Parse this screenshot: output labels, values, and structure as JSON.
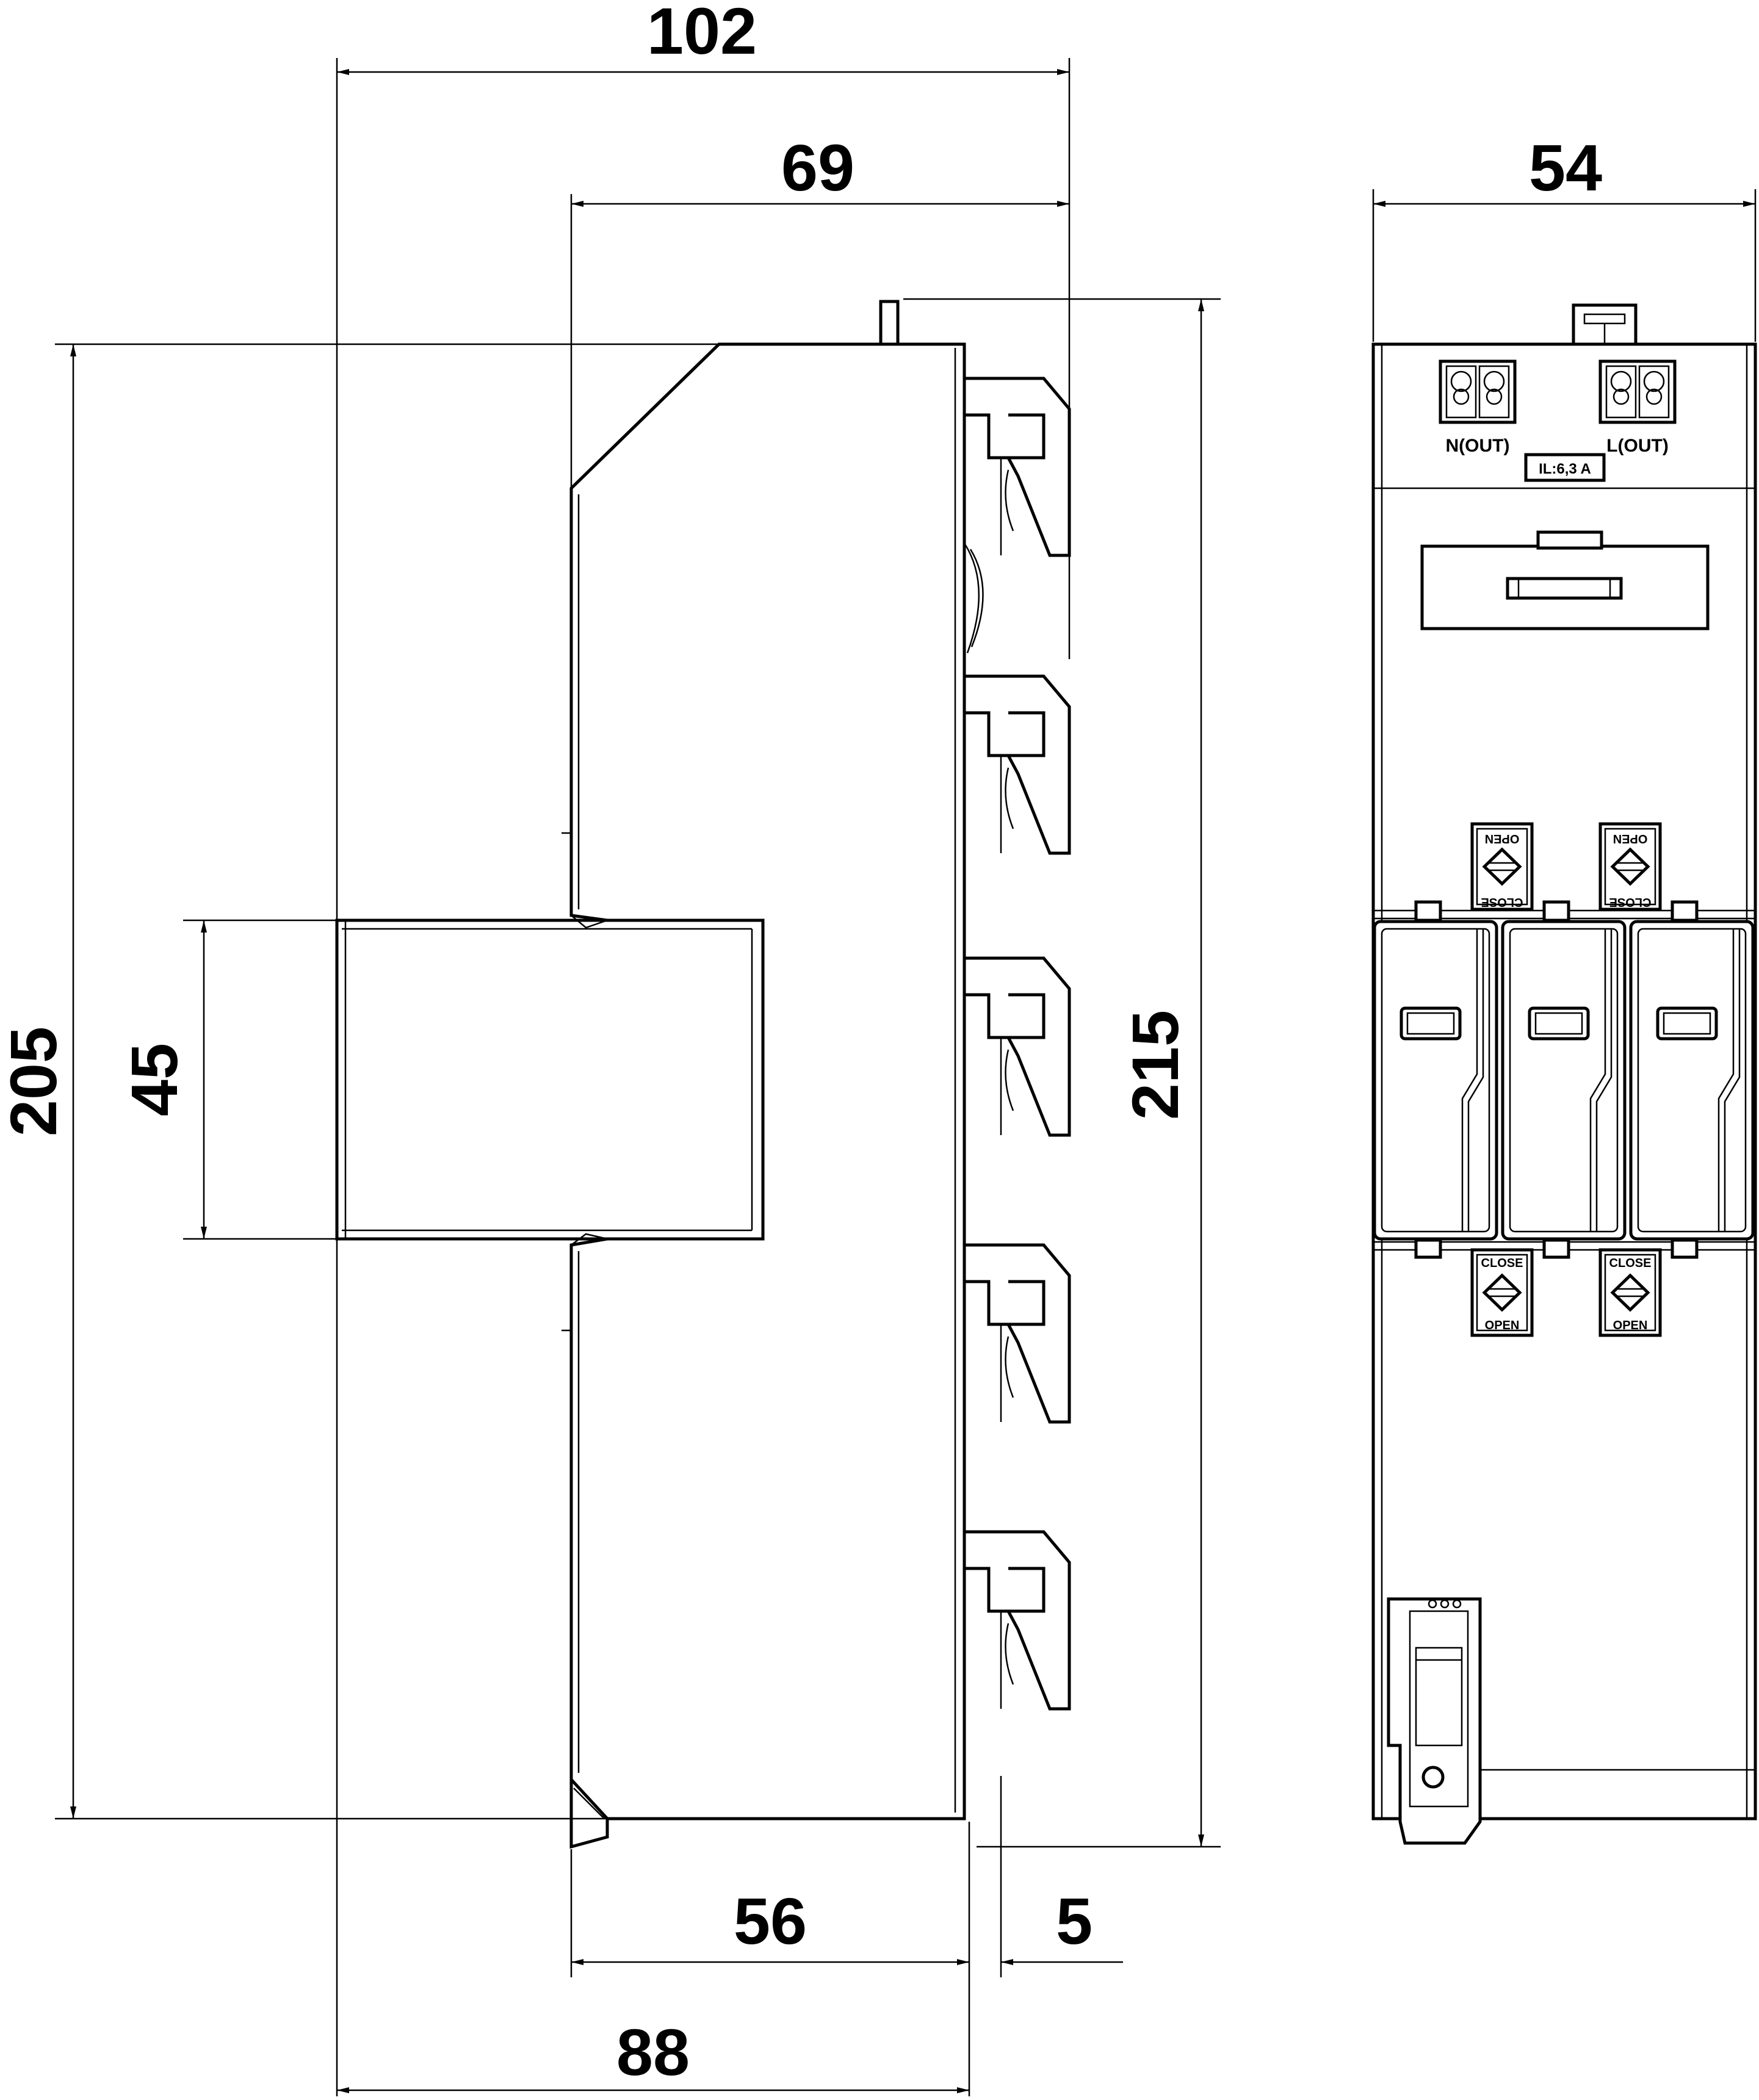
{
  "dimensions": {
    "total_depth": "102",
    "upper_depth": "69",
    "front_width": "54",
    "body_height": "205",
    "rail_height": "45",
    "overall_height": "215",
    "lower_depth": "56",
    "clip_offset": "5",
    "base_depth": "88"
  },
  "labels": {
    "terminal_n": "N(OUT)",
    "terminal_l": "L(OUT)",
    "fuse_rating": "IL:6,3 A",
    "open": "OPEN",
    "close": "CLOSE"
  }
}
